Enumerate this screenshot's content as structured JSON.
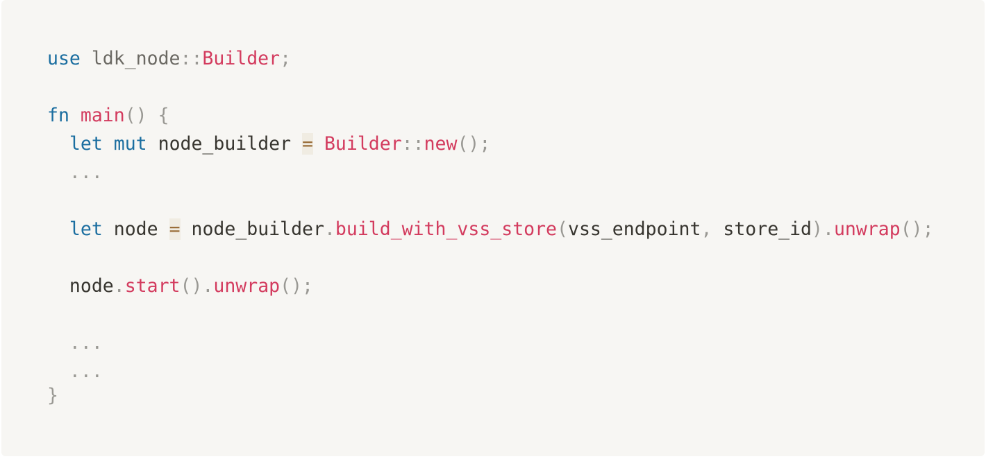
{
  "code": {
    "line1": {
      "kw_use": "use",
      "crate": "ldk_node",
      "sep": "::",
      "type": "Builder",
      "semi": ";"
    },
    "line2": {
      "kw_fn": "fn",
      "name": "main",
      "parens": "()",
      "brace_open": "{"
    },
    "line3": {
      "kw_let": "let",
      "kw_mut": "mut",
      "var": "node_builder",
      "eq": "=",
      "type": "Builder",
      "sep": "::",
      "method": "new",
      "parens": "()",
      "semi": ";"
    },
    "line4": {
      "ellipsis": "..."
    },
    "line5": {
      "kw_let": "let",
      "var": "node",
      "eq": "=",
      "receiver": "node_builder",
      "dot1": ".",
      "method": "build_with_vss_store",
      "paren_open": "(",
      "arg1": "vss_endpoint",
      "comma": ",",
      "arg2": "store_id",
      "paren_close": ")",
      "dot2": ".",
      "method2": "unwrap",
      "parens": "()",
      "semi": ";"
    },
    "line6": {
      "receiver": "node",
      "dot1": ".",
      "method": "start",
      "parens1": "()",
      "dot2": ".",
      "method2": "unwrap",
      "parens2": "()",
      "semi": ";"
    },
    "line7": {
      "ellipsis": "..."
    },
    "line8": {
      "ellipsis": "..."
    },
    "line9": {
      "brace_close": "}"
    }
  }
}
